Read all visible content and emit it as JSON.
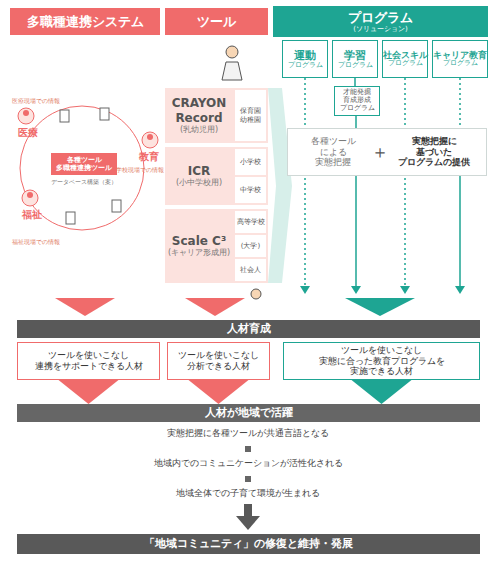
{
  "diagram": {
    "nodes": [
      {
        "text": [
          "多職種連携システム"
        ]
      },
      {
        "text": [
          "ツール"
        ]
      },
      {
        "text": [
          "プログラム",
          "(ソリューション)"
        ]
      },
      {
        "text": [
          "各種ツール 多職種連携ツール",
          "データベース構築（案）"
        ]
      },
      {
        "text": [
          "CRAYON Record",
          "(乳幼児用)"
        ]
      },
      {
        "text": [
          "保育園 幼稚園"
        ],
        "in": 4
      },
      {
        "text": [
          "ICR",
          "(小中学校用)"
        ]
      },
      {
        "text": [
          "小学校"
        ],
        "in": 6
      },
      {
        "text": [
          "中学校"
        ],
        "in": 6
      },
      {
        "text": [
          "Scale C³",
          "(キャリア形成用)"
        ]
      },
      {
        "text": [
          "高等学校"
        ],
        "in": 9
      },
      {
        "text": [
          "(大学)"
        ],
        "in": 9
      },
      {
        "text": [
          "社会人"
        ],
        "in": 9
      },
      {
        "text": [
          "運動",
          "プログラム"
        ]
      },
      {
        "text": [
          "学習",
          "プログラム"
        ]
      },
      {
        "text": [
          "社会スキル",
          "プログラム"
        ]
      },
      {
        "text": [
          "キャリア教育",
          "プログラム"
        ]
      },
      {
        "text": [
          "才能発掘 育成形成 プログラム"
        ]
      },
      {
        "text": [
          "各種ツール による 実態把握",
          "＋",
          "実態把握に 基づいた プログラムの提供"
        ]
      },
      {
        "text": [
          "人材育成"
        ]
      },
      {
        "text": [
          "ツールを使いこなし 連携をサポートできる人材"
        ]
      },
      {
        "text": [
          "ツールを使いこなし 分析できる人材"
        ]
      },
      {
        "text": [
          "ツールを使いこなし 実態に合った教育プログラムを 実施できる人材"
        ]
      },
      {
        "text": [
          "人材が地域で活躍"
        ]
      },
      {
        "text": [
          "「地域コミュニティ」の修復と維持・発展"
        ]
      }
    ],
    "edges": [
      {
        "from": 14,
        "to": 17,
        "arrow": "none"
      },
      {
        "from": 20,
        "to": 23,
        "arrow": "to"
      },
      {
        "from": 21,
        "to": 23,
        "arrow": "to"
      },
      {
        "from": 22,
        "to": 23,
        "arrow": "to"
      }
    ],
    "labels": [
      "医療現場での情報",
      "医療",
      "学校現場での情報",
      "教育",
      "福祉",
      "福祉現場での情報",
      "実態把握に各種ツールが共通言語となる",
      "地域内でのコミュニケーションが活性化される",
      "地域全体での子育て環境が生まれる"
    ]
  }
}
